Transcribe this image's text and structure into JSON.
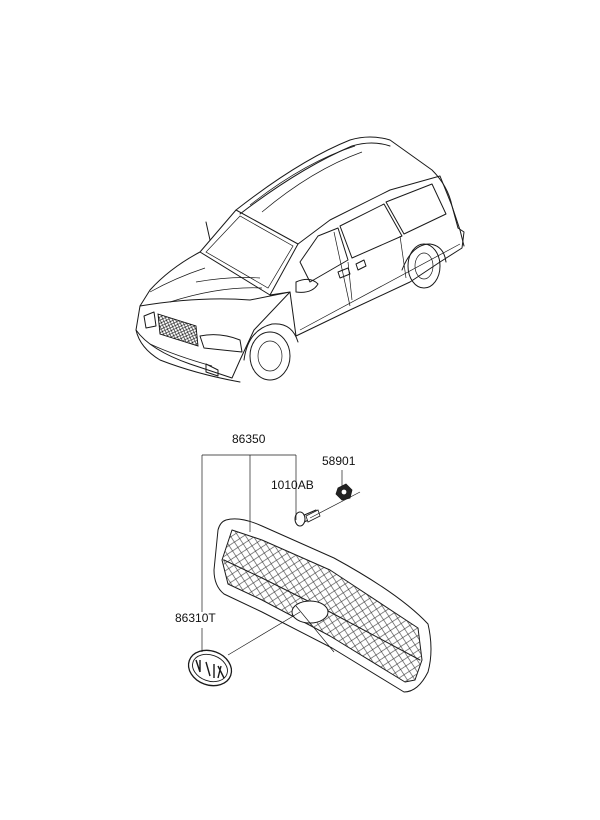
{
  "diagram": {
    "parts": [
      {
        "id": "grille",
        "number": "86350"
      },
      {
        "id": "cap",
        "number": "58901"
      },
      {
        "id": "screw",
        "number": "1010AB"
      },
      {
        "id": "emblem",
        "number": "86310T"
      }
    ],
    "colors": {
      "line": "#1a1a1a",
      "background": "#ffffff"
    }
  }
}
